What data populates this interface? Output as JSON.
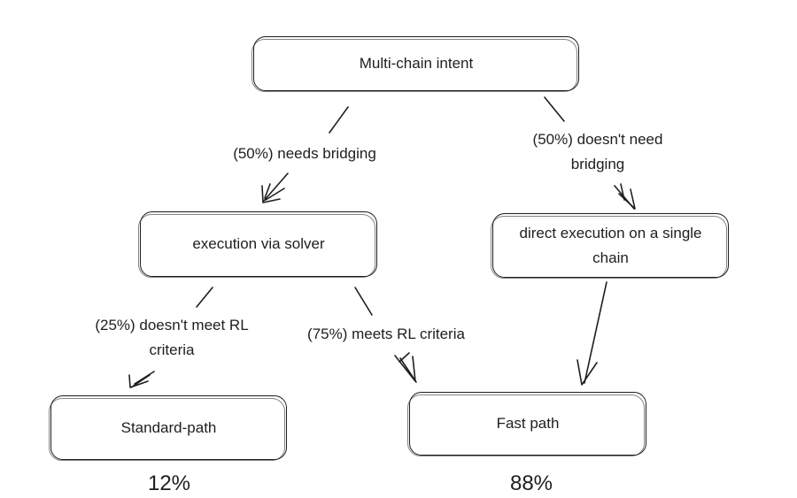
{
  "nodes": {
    "root": "Multi-chain intent",
    "solver": "execution via solver",
    "direct_line1": "direct execution on a single",
    "direct_line2": "chain",
    "standard": "Standard-path",
    "fast": "Fast path"
  },
  "edges": {
    "needs_bridging": "(50%) needs bridging",
    "no_bridging_line1": "(50%) doesn't need",
    "no_bridging_line2": "bridging",
    "not_meet_line1": "(25%) doesn't meet  RL",
    "not_meet_line2": "criteria",
    "meets": "(75%) meets RL criteria"
  },
  "outcomes": {
    "standard_pct": "12%",
    "fast_pct": "88%"
  }
}
